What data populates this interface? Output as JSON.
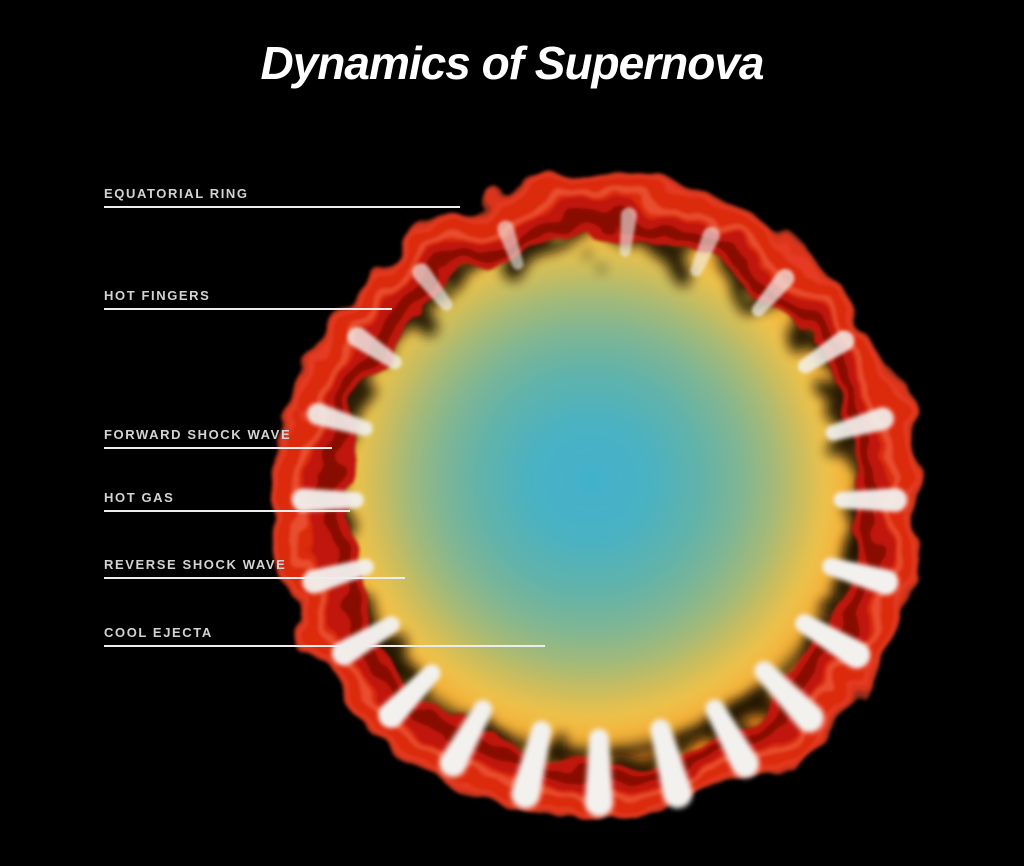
{
  "title": "Dynamics of Supernova",
  "diagram": {
    "subject": "supernova-cross-section",
    "labels": [
      {
        "text": "EQUATORIAL RING"
      },
      {
        "text": "HOT FINGERS"
      },
      {
        "text": "FORWARD SHOCK WAVE"
      },
      {
        "text": "HOT GAS"
      },
      {
        "text": "REVERSE SHOCK WAVE"
      },
      {
        "text": "COOL EJECTA"
      }
    ],
    "colors": {
      "background": "#000000",
      "equatorial_ring_red": "#c81a0c",
      "ring_highlight_red": "#e8452a",
      "ring_shadow_dark": "#140800",
      "hot_gas_orange": "#f5a833",
      "hot_gas_yellow": "#eec24a",
      "cool_ejecta_green": "#8db787",
      "core_teal": "#44b3cd",
      "hot_finger_white": "#f3f1ee",
      "label_text": "#d3d3d3",
      "label_line": "#ededed",
      "title_text": "#ffffff"
    }
  }
}
